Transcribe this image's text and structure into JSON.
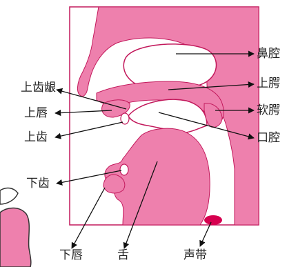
{
  "colors": {
    "flesh": "#ee80ad",
    "cavity": "#ffffff",
    "outline": "#c2185b",
    "vocal_cord": "#d6004f",
    "line": "#111111"
  },
  "labels": {
    "nasal_cavity": "鼻腔",
    "hard_palate": "上腭",
    "soft_palate": "软腭",
    "oral_cavity": "口腔",
    "upper_gum": "上齿龈",
    "upper_lip": "上唇",
    "upper_teeth": "上齿",
    "lower_teeth": "下齿",
    "lower_lip": "下唇",
    "tongue": "舌",
    "vocal_cords": "声带"
  }
}
